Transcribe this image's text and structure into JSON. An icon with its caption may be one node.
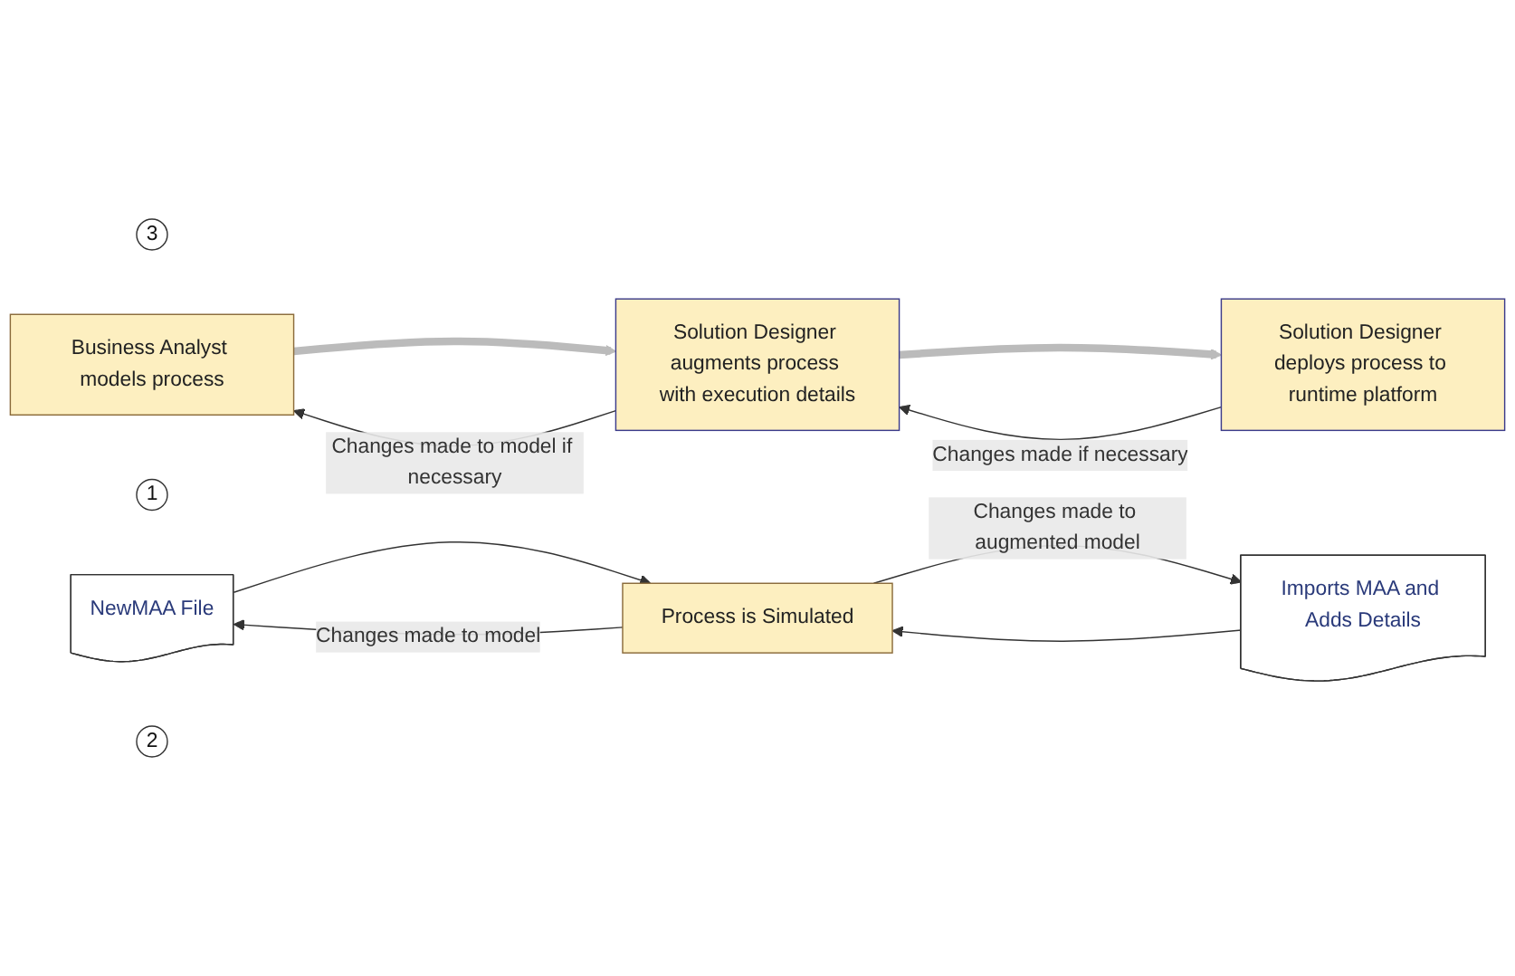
{
  "diagram": {
    "nodes": [
      {
        "text": [
          "3"
        ]
      },
      {
        "text": [
          "Business Analyst models process"
        ]
      },
      {
        "text": [
          "Solution Designer augments process with execution details"
        ]
      },
      {
        "text": [
          "Solution Designer deploys process to runtime platform"
        ]
      },
      {
        "text": [
          "1"
        ]
      },
      {
        "text": [
          "NewMAA File"
        ]
      },
      {
        "text": [
          "2"
        ]
      },
      {
        "text": [
          "Imports MAA and Adds Details"
        ]
      },
      {
        "text": [
          "Process is Simulated"
        ]
      }
    ],
    "edges": [
      {
        "from": 1,
        "to": 2,
        "arrow": "to",
        "style": "thick",
        "color": "#bbbbbb"
      },
      {
        "from": 2,
        "to": 3,
        "arrow": "to",
        "style": "thick",
        "color": "#bbbbbb"
      },
      {
        "from": 2,
        "to": 1,
        "arrow": "to",
        "label": "Changes made to model if necessary"
      },
      {
        "from": 3,
        "to": 2,
        "arrow": "to",
        "label": "Changes made if necessary"
      },
      {
        "from": 5,
        "to": 8,
        "arrow": "to"
      },
      {
        "from": 8,
        "to": 5,
        "arrow": "to",
        "label": "Changes made to model"
      },
      {
        "from": 7,
        "to": 8,
        "arrow": "to"
      },
      {
        "from": 8,
        "to": 7,
        "arrow": "to",
        "label": "Changes made to augmented model"
      }
    ]
  }
}
